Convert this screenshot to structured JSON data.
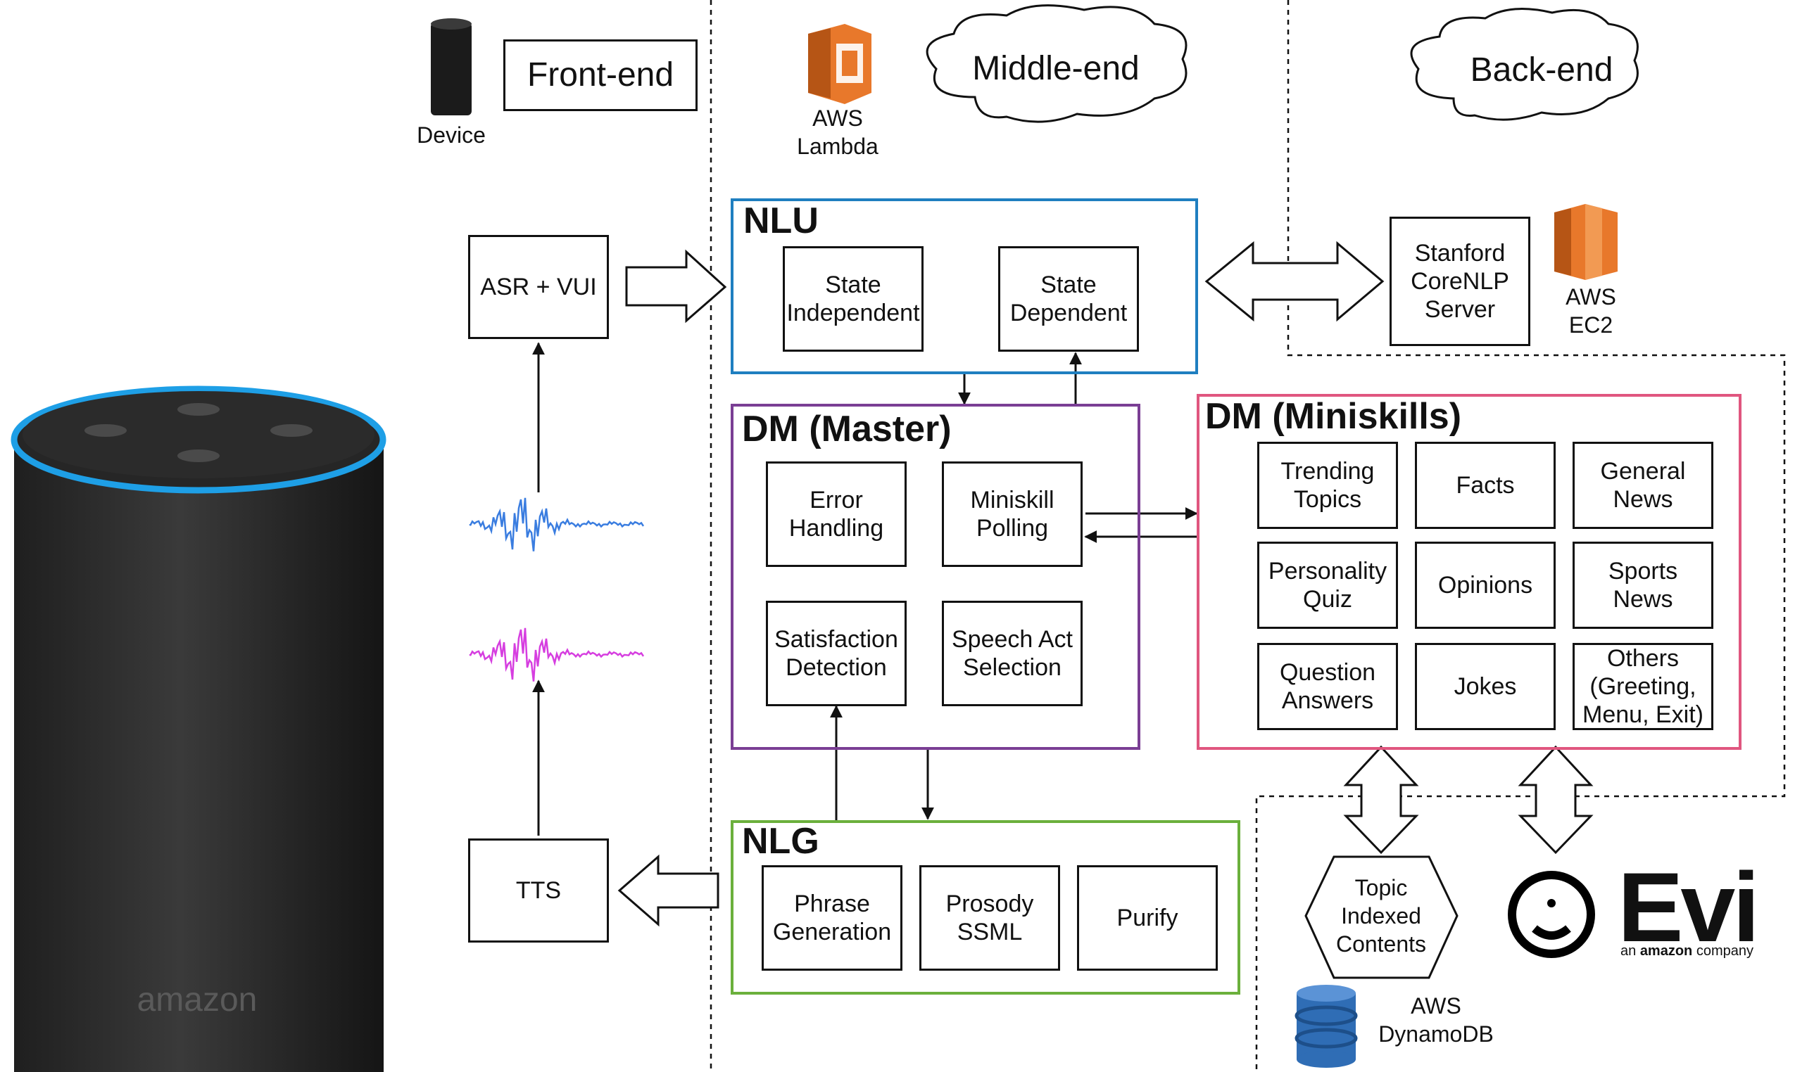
{
  "header": {
    "device_label": "Device",
    "front_end": "Front-end",
    "aws_lambda": "AWS\nLambda",
    "middle_end": "Middle-end",
    "back_end": "Back-end"
  },
  "speaker": {
    "brand": "amazon"
  },
  "front": {
    "asr": "ASR + VUI",
    "tts": "TTS"
  },
  "nlu": {
    "title": "NLU",
    "items": [
      "State\nIndependent",
      "State\nDependent"
    ]
  },
  "backend_nlp": {
    "server": "Stanford\nCoreNLP\nServer",
    "ec2": "AWS\nEC2"
  },
  "dm_master": {
    "title": "DM (Master)",
    "items": [
      "Error\nHandling",
      "Miniskill\nPolling",
      "Satisfaction\nDetection",
      "Speech Act\nSelection"
    ]
  },
  "dm_miniskills": {
    "title": "DM (Miniskills)",
    "items": [
      "Trending\nTopics",
      "Facts",
      "General\nNews",
      "Personality\nQuiz",
      "Opinions",
      "Sports\nNews",
      "Question\nAnswers",
      "Jokes",
      "Others\n(Greeting,\nMenu, Exit)"
    ]
  },
  "nlg": {
    "title": "NLG",
    "items": [
      "Phrase\nGeneration",
      "Prosody\nSSML",
      "Purify"
    ]
  },
  "storage": {
    "topic": "Topic\nIndexed\nContents",
    "dynamodb": "AWS\nDynamoDB",
    "evi_word": "Evi",
    "evi_tagline_pre": "an",
    "evi_tagline_brand": "amazon",
    "evi_tagline_post": "company"
  },
  "colors": {
    "nlu": "#1f7fc0",
    "dm_master": "#7a3e94",
    "dm_miniskills": "#e0567f",
    "nlg": "#6bb03c",
    "aws_orange": "#e8782b",
    "dynamo_blue": "#2f6db5",
    "wave_blue": "#3a7de0",
    "wave_magenta": "#d63ee0",
    "alexa_ring": "#1e9fe6"
  },
  "icons": [
    "amazon-echo-dot-icon",
    "aws-lambda-icon",
    "aws-ec2-icon",
    "dynamodb-icon",
    "evi-logo-icon",
    "amazon-echo-speaker-icon"
  ]
}
